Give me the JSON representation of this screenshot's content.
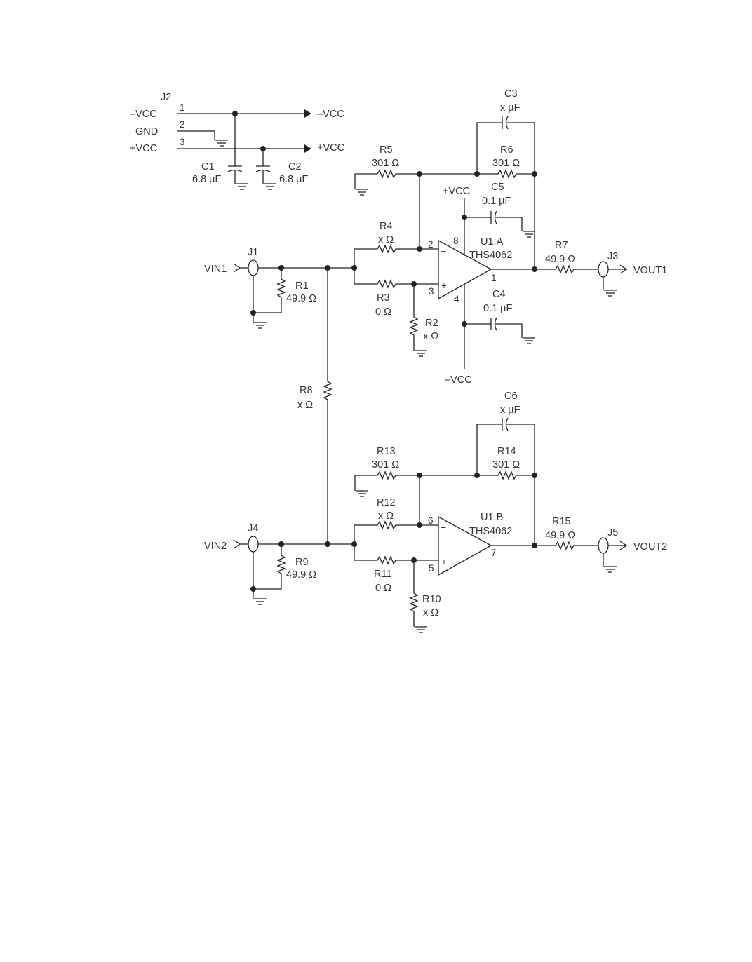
{
  "power": {
    "connector": "J2",
    "pins": [
      "1",
      "2",
      "3"
    ],
    "pin_names": [
      "–VCC",
      "GND",
      "+VCC"
    ],
    "rail_neg": "–VCC",
    "rail_pos": "+VCC",
    "c1": {
      "ref": "C1",
      "value": "6.8 µF"
    },
    "c2": {
      "ref": "C2",
      "value": "6.8 µF"
    }
  },
  "ch1": {
    "input_label": "VIN1",
    "input_jack": "J1",
    "output_jack": "J3",
    "output_label": "VOUT1",
    "opamp_ref": "U1:A",
    "opamp_part": "THS4062",
    "pins": {
      "inv": "2",
      "noninv": "3",
      "out": "1",
      "vpos": "8",
      "vneg": "4"
    },
    "sign_minus": "–",
    "sign_plus": "+",
    "r1": {
      "ref": "R1",
      "value": "49.9 Ω"
    },
    "r2": {
      "ref": "R2",
      "value": "x Ω"
    },
    "r3": {
      "ref": "R3",
      "value": "0 Ω"
    },
    "r4": {
      "ref": "R4",
      "value": "x Ω"
    },
    "r5": {
      "ref": "R5",
      "value": "301 Ω"
    },
    "r6": {
      "ref": "R6",
      "value": "301 Ω"
    },
    "r7": {
      "ref": "R7",
      "value": "49.9 Ω"
    },
    "c3": {
      "ref": "C3",
      "value": "x µF"
    },
    "c4": {
      "ref": "C4",
      "value": "0.1 µF"
    },
    "c5": {
      "ref": "C5",
      "value": "0.1 µF"
    },
    "vpos_label": "+VCC",
    "vneg_label": "–VCC"
  },
  "r8": {
    "ref": "R8",
    "value": "x Ω"
  },
  "ch2": {
    "input_label": "VIN2",
    "input_jack": "J4",
    "output_jack": "J5",
    "output_label": "VOUT2",
    "opamp_ref": "U1:B",
    "opamp_part": "THS4062",
    "pins": {
      "inv": "6",
      "noninv": "5",
      "out": "7"
    },
    "sign_minus": "–",
    "sign_plus": "+",
    "r9": {
      "ref": "R9",
      "value": "49.9 Ω"
    },
    "r10": {
      "ref": "R10",
      "value": "x Ω"
    },
    "r11": {
      "ref": "R11",
      "value": "0 Ω"
    },
    "r12": {
      "ref": "R12",
      "value": "x Ω"
    },
    "r13": {
      "ref": "R13",
      "value": "301 Ω"
    },
    "r14": {
      "ref": "R14",
      "value": "301 Ω"
    },
    "r15": {
      "ref": "R15",
      "value": "49.9 Ω"
    },
    "c6": {
      "ref": "C6",
      "value": "x µF"
    }
  }
}
